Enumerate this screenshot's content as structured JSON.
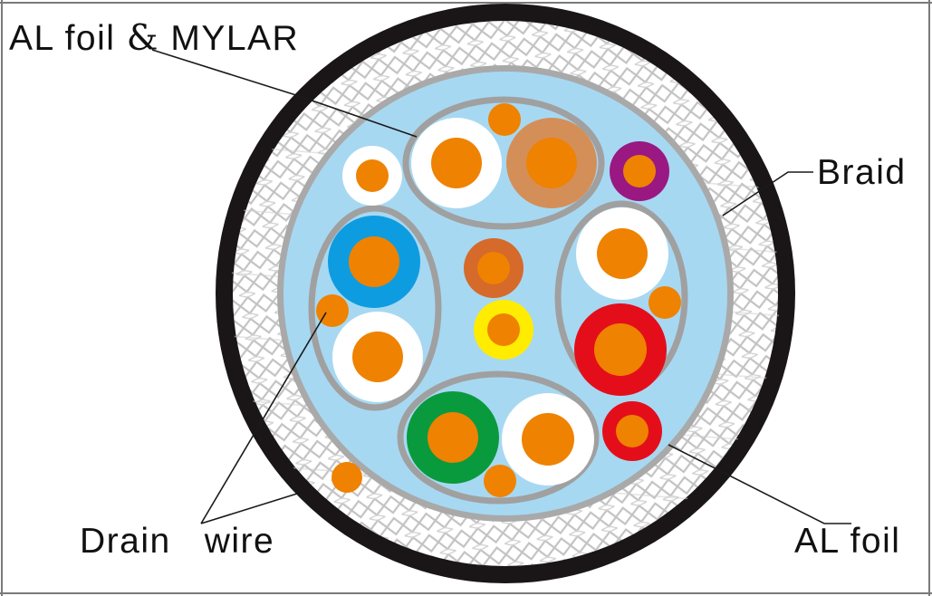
{
  "labels": {
    "al_foil_mylar_prefix": "AL foil ",
    "al_foil_mylar_amp": "&",
    "al_foil_mylar_suffix": " MYLAR",
    "braid": "Braid",
    "drain_wire": "Drain   wire",
    "al_foil": "AL foil"
  },
  "colors": {
    "jacket": "#1a1617",
    "braid_background": "#ffffff",
    "braid_mesh": "#bdbdbd",
    "al_foil_ring": "#a9a9a9",
    "core_fill": "#a7d8f2",
    "pair_shield": "#a0a0a0",
    "conductor": "#ef8200",
    "insulation_white": "#ffffff",
    "insulation_blue": "#0e9ce0",
    "insulation_red": "#e40e1b",
    "insulation_green": "#0a9a3e",
    "insulation_tan": "#d48f59",
    "insulation_purple": "#9a1882",
    "insulation_brown": "#d56a2a",
    "insulation_yellow": "#ffec00",
    "drain_wire": "#ef8200"
  }
}
